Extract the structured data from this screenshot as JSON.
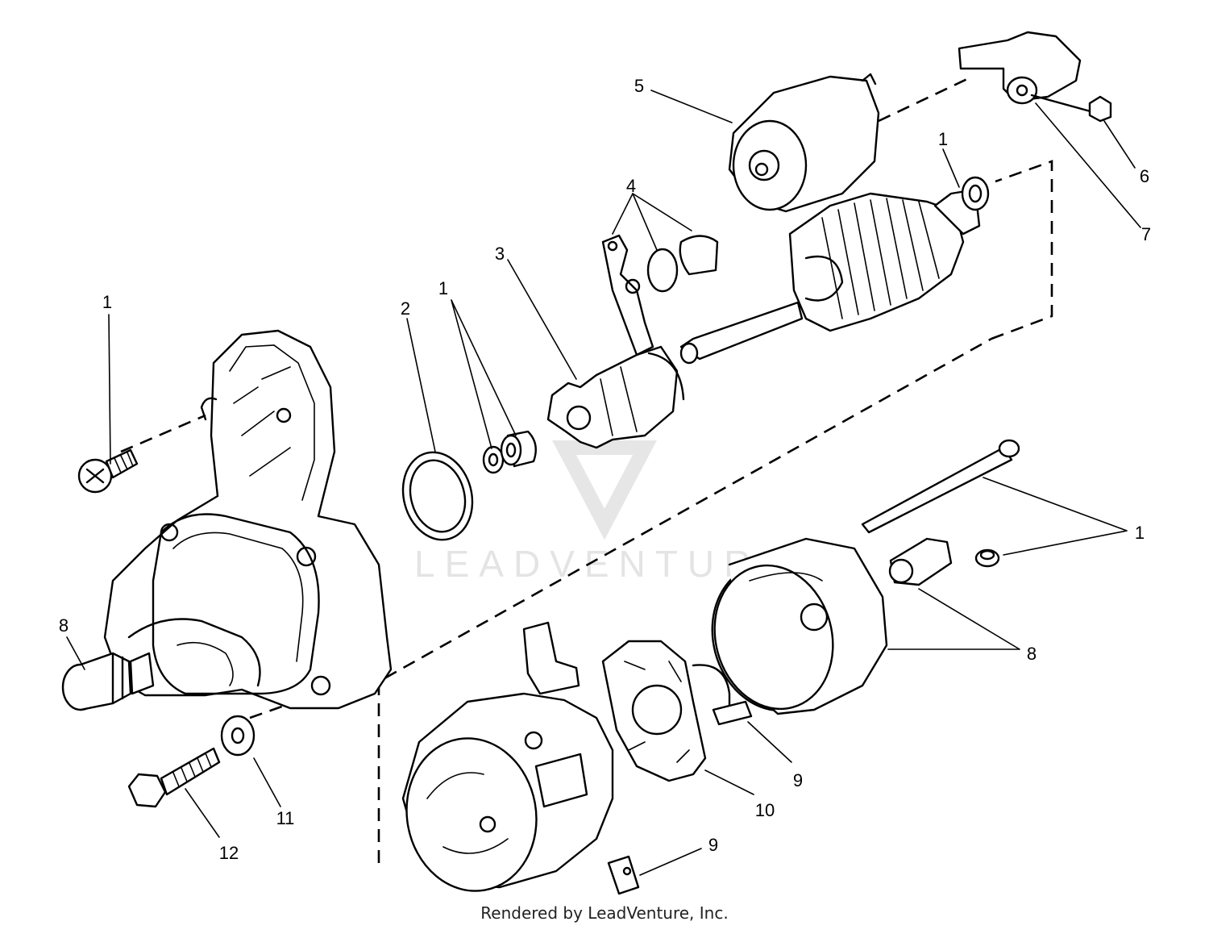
{
  "watermark": {
    "text": "LEADVENTURE"
  },
  "callouts": [
    {
      "id": "c-1-bolt",
      "text": "1"
    },
    {
      "id": "c-1-ring",
      "text": "1"
    },
    {
      "id": "c-1-armature",
      "text": "1"
    },
    {
      "id": "c-1-kit",
      "text": "1"
    },
    {
      "id": "c-2",
      "text": "2"
    },
    {
      "id": "c-3",
      "text": "3"
    },
    {
      "id": "c-4",
      "text": "4"
    },
    {
      "id": "c-5",
      "text": "5"
    },
    {
      "id": "c-6",
      "text": "6"
    },
    {
      "id": "c-7",
      "text": "7"
    },
    {
      "id": "c-8-left",
      "text": "8"
    },
    {
      "id": "c-8-right",
      "text": "8"
    },
    {
      "id": "c-9-top",
      "text": "9"
    },
    {
      "id": "c-9-bottom",
      "text": "9"
    },
    {
      "id": "c-10",
      "text": "10"
    },
    {
      "id": "c-11",
      "text": "11"
    },
    {
      "id": "c-12",
      "text": "12"
    }
  ],
  "footer": {
    "text": "Rendered by LeadVenture, Inc."
  }
}
